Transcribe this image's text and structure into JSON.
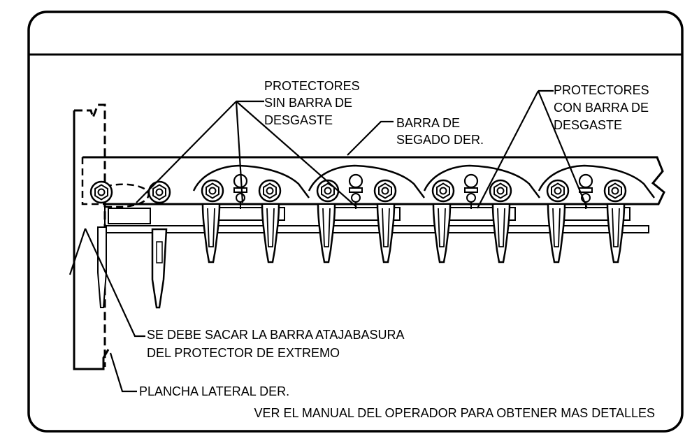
{
  "labels": {
    "guards_without_wear_bar": [
      "PROTECTORES",
      "SIN BARRA DE",
      "DESGASTE"
    ],
    "guards_with_wear_bar": [
      "PROTECTORES",
      "CON BARRA DE",
      "DESGASTE"
    ],
    "cutterbar": [
      "BARRA DE",
      "SEGADO DER."
    ],
    "remove_trash_bar": [
      "SE DEBE SACAR LA BARRA ATAJABASURA",
      "DEL PROTECTOR DE EXTREMO"
    ],
    "side_sheet": "PLANCHA LATERAL DER.",
    "footer_note": "VER EL MANUAL DEL OPERADOR PARA OBTENER MAS DETALLES"
  },
  "colors": {
    "line": "#000000",
    "background": "#ffffff"
  }
}
